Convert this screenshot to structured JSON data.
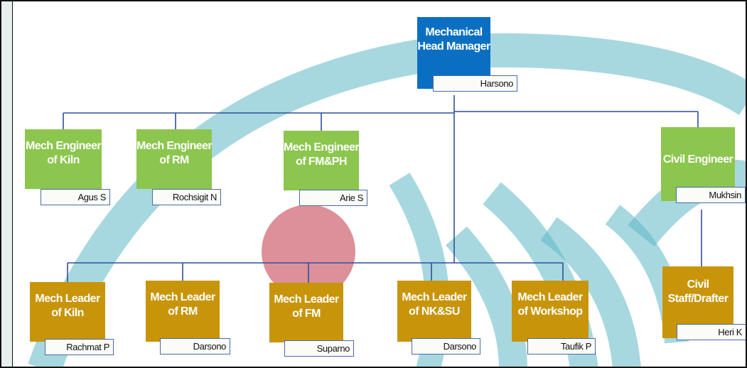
{
  "colors": {
    "manager": "#0a6fc2",
    "engineer": "#8cc64e",
    "leader": "#c8950a",
    "connector": "#2f4f9a",
    "watermark": "#5fb8c6",
    "watermark_dot": "#d9848e"
  },
  "manager": {
    "title": "Mechanical\nHead Manager",
    "name": "Harsono"
  },
  "engineers": [
    {
      "title": "Mech Engineer\nof Kiln",
      "name": "Agus S"
    },
    {
      "title": "Mech Engineer\nof RM",
      "name": "Rochsigit N"
    },
    {
      "title": "Mech Engineer\nof FM&PH",
      "name": "Arie S"
    },
    {
      "title": "Civil Engineer",
      "name": "Mukhsin"
    }
  ],
  "leaders": [
    {
      "title": "Mech Leader\nof Kiln",
      "name": "Rachmat P"
    },
    {
      "title": "Mech Leader\nof RM",
      "name": "Darsono"
    },
    {
      "title": "Mech Leader\nof FM",
      "name": "Suparno"
    },
    {
      "title": "Mech Leader\nof NK&SU",
      "name": "Darsono"
    },
    {
      "title": "Mech Leader\nof Workshop",
      "name": "Taufik P"
    }
  ],
  "civil_staff": {
    "title": "Civil\nStaff/Drafter",
    "name": "Heri K"
  }
}
